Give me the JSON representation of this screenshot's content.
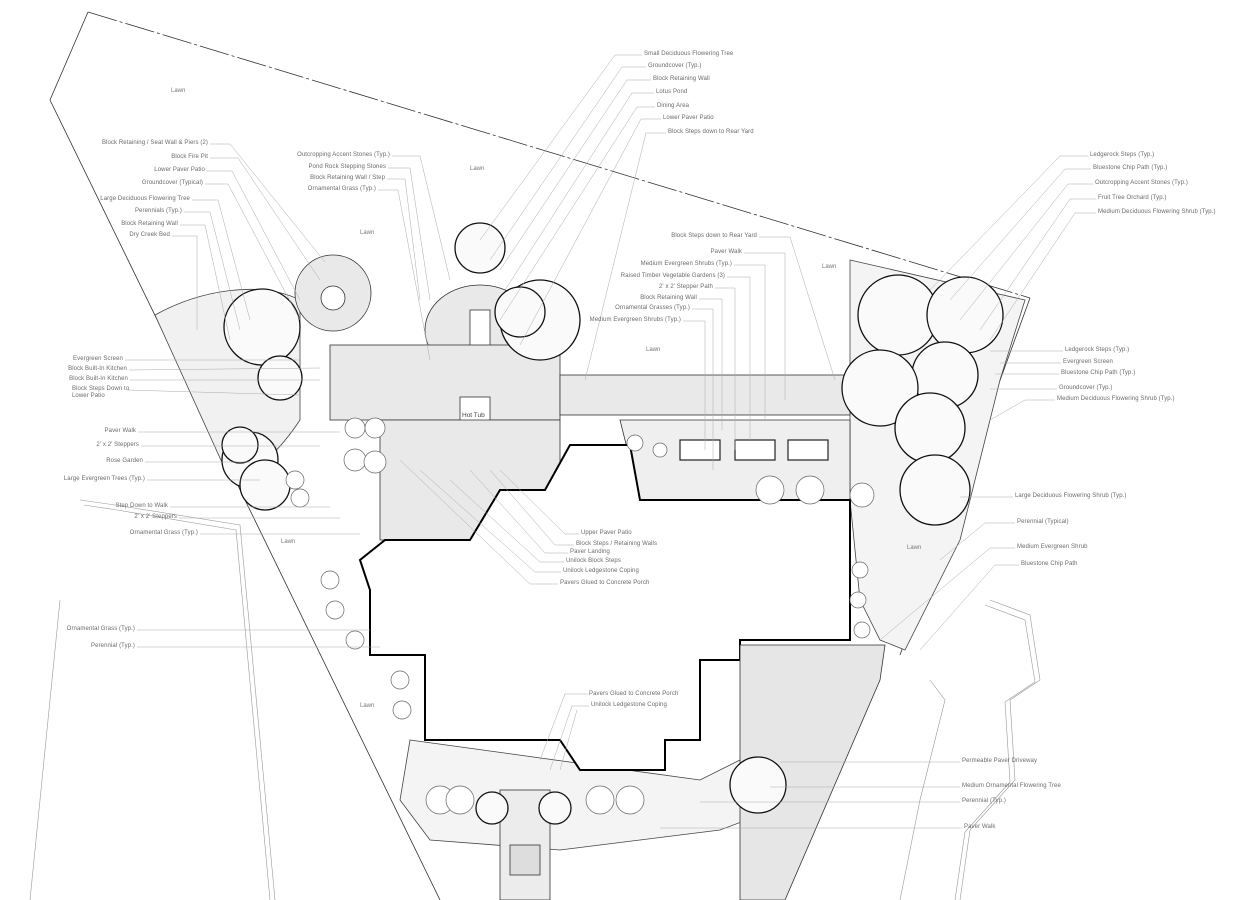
{
  "title_hot_tub": "Hot Tub",
  "lawn": "Lawn",
  "left_top": [
    "Block Retaining / Seat Wall & Piers (2)",
    "Block Fire Pit",
    "Lower Paver Patio",
    "Groundcover (Typical)",
    "Large Deciduous Flowering Tree",
    "Perennials (Typ.)",
    "Block Retaining Wall",
    "Dry Creek Bed"
  ],
  "mid_top": [
    "Outcropping Accent Stones (Typ.)",
    "Pond Rock Stepping Stones",
    "Block Retaining Wall / Step",
    "Ornamental Grass (Typ.)"
  ],
  "top_center": [
    "Small Deciduous Flowering Tree",
    "Groundcover (Typ.)",
    "Block Retaining Wall",
    "Lotus Pond",
    "Dining Area",
    "Lower Paver Patio",
    "Block Steps down to Rear Yard"
  ],
  "center": [
    "Block Steps down to Rear Yard",
    "Paver Walk",
    "Medium Evergreen Shrubs (Typ.)",
    "Raised Timber Vegetable Gardens (3)",
    "2' x 2' Stepper Path",
    "Block Retaining Wall",
    "Ornamental Grasses (Typ.)",
    "Medium Evergreen Shrubs (Typ.)"
  ],
  "right_top": [
    "Ledgerock Steps (Typ.)",
    "Bluestone Chip Path (Typ.)",
    "Outcropping Accent Stones (Typ.)",
    "Fruit Tree Orchard (Typ.)",
    "Medium Deciduous Flowering Shrub (Typ.)"
  ],
  "right_mid": [
    "Ledgerock Steps (Typ.)",
    "Evergreen Screen",
    "Bluestone Chip Path (Typ.)",
    "Groundcover (Typ.)",
    "Medium Deciduous Flowering Shrub (Typ.)",
    "Large Deciduous Flowering Shrub (Typ.)",
    "Perennial (Typical)",
    "Medium Evergreen Shrub",
    "Bluestone Chip Path"
  ],
  "left_mid": [
    "Evergreen Screen",
    "Block Built-In Kitchen",
    "Block Built-In Kitchen",
    "Block Steps Down to",
    "Lower Patio",
    "Paver Walk",
    "2' x 2' Steppers",
    "Rose Garden",
    "Large Evergreen Trees (Typ.)",
    "Step Down to Walk",
    "2' x 2' Steppers",
    "Ornamental Grass (Typ.)",
    "Ornamental Grass (Typ.)",
    "Perennial (Typ.)"
  ],
  "bottom_center": [
    "Upper Paver Patio",
    "Block Steps / Retaining Walls",
    "Paver Landing",
    "Unilock Block Steps",
    "Unilock Ledgestone Coping",
    "Pavers Glued to Concrete Porch",
    "Pavers Glued to Concrete Porch",
    "Unilock Ledgestone Coping"
  ],
  "bottom_right": [
    "Permeable Paver Driveway",
    "Medium Ornamental Flowering Tree",
    "Perennial (Typ.)",
    "Paver Walk"
  ]
}
